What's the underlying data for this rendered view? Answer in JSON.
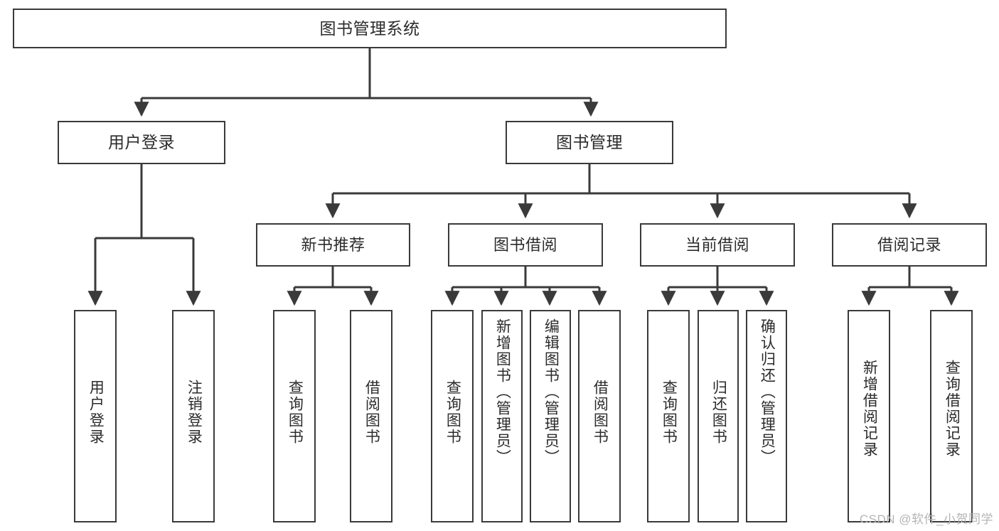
{
  "diagram": {
    "title": "图书管理系统",
    "type": "tree-hierarchy",
    "watermark": "CSDN @软件_小贺同学",
    "colors": {
      "box_border": "#3a3a3a",
      "box_fill": "#ffffff",
      "edge": "#3a3a3a",
      "text": "#2b2b2b",
      "watermark": "#b4b4b4"
    },
    "root": {
      "label": "图书管理系统"
    },
    "level2": [
      {
        "label": "用户登录"
      },
      {
        "label": "图书管理"
      }
    ],
    "level3": [
      {
        "label": "新书推荐"
      },
      {
        "label": "图书借阅"
      },
      {
        "label": "当前借阅"
      },
      {
        "label": "借阅记录"
      }
    ],
    "leaves": [
      {
        "label": "用户登录",
        "parent": "用户登录"
      },
      {
        "label": "注销登录",
        "parent": "用户登录"
      },
      {
        "label": "查询图书",
        "parent": "新书推荐"
      },
      {
        "label": "借阅图书",
        "parent": "新书推荐"
      },
      {
        "label": "查询图书",
        "parent": "图书借阅"
      },
      {
        "label": "新增图书（管理员）",
        "parent": "图书借阅"
      },
      {
        "label": "编辑图书（管理员）",
        "parent": "图书借阅"
      },
      {
        "label": "借阅图书",
        "parent": "图书借阅"
      },
      {
        "label": "查询图书",
        "parent": "当前借阅"
      },
      {
        "label": "归还图书",
        "parent": "当前借阅"
      },
      {
        "label": "确认归还（管理员）",
        "parent": "当前借阅"
      },
      {
        "label": "新增借阅记录",
        "parent": "借阅记录"
      },
      {
        "label": "查询借阅记录",
        "parent": "借阅记录"
      }
    ]
  }
}
